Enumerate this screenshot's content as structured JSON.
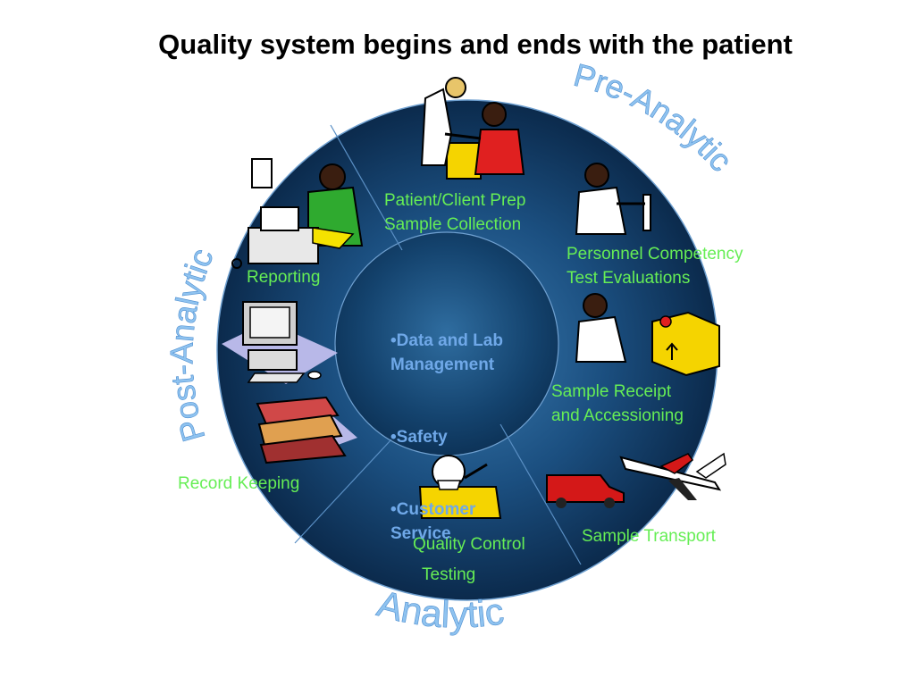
{
  "title": "Quality system begins and ends with the patient",
  "phases": {
    "pre": "Pre-Analytic",
    "analytic": "Analytic",
    "post": "Post-Analytic"
  },
  "center": {
    "items": [
      "•Data and Lab\nManagement",
      "•Safety",
      "•Customer\nService"
    ]
  },
  "labels": {
    "patient_prep": "Patient/Client Prep\nSample Collection",
    "personnel": "Personnel Competency\nTest Evaluations",
    "sample_receipt": "Sample Receipt\nand Accessioning",
    "sample_transport": "Sample Transport",
    "quality_control": "Quality Control",
    "testing": "Testing",
    "record_keeping": "Record Keeping",
    "reporting": "Reporting"
  },
  "colors": {
    "label_green": "#66ee55",
    "phase_blue": "#8fc3f0",
    "ring_dark": "#0c2f55",
    "ring_light": "#2f6d9e"
  }
}
